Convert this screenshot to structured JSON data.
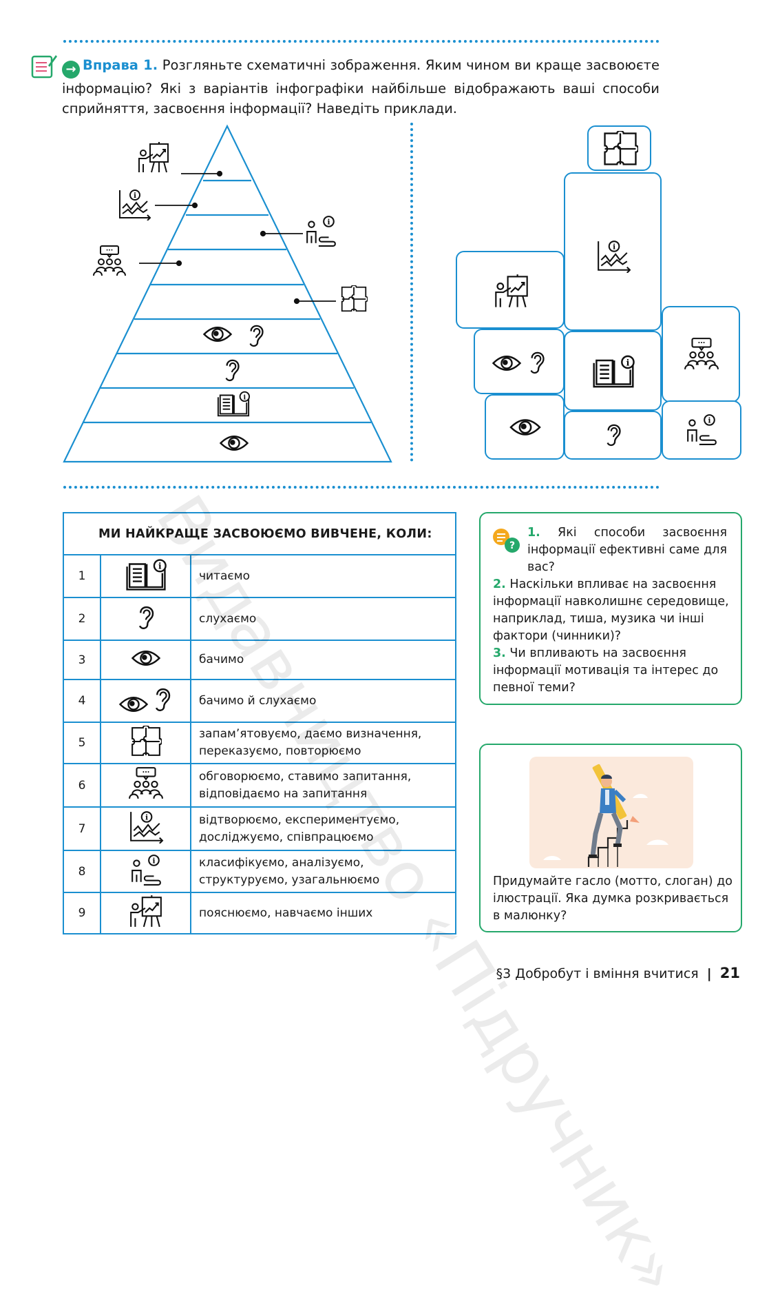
{
  "intro": {
    "exercise_label": "Вправа 1.",
    "text": "Розгляньте схематичні зображення. Яким чином ви краще засвоюєте інформацію? Які з варіантів інфографіки найбільше відображають ваші способи сприйняття, засвоєння інформації? Наведіть приклади."
  },
  "table": {
    "header": "МИ НАЙКРАЩЕ ЗАСВОЮЄМО ВИВЧЕНЕ, КОЛИ:",
    "rows": [
      {
        "num": "1",
        "icon": "book-info-icon",
        "text": "читаємо"
      },
      {
        "num": "2",
        "icon": "ear-icon",
        "text": "слухаємо"
      },
      {
        "num": "3",
        "icon": "eye-icon",
        "text": "бачимо"
      },
      {
        "num": "4",
        "icon": "eye-ear-icon",
        "text": "бачимо й слухаємо"
      },
      {
        "num": "5",
        "icon": "puzzle-icon",
        "text": "запам’ятовуємо, даємо визначення, переказуємо, повторюємо"
      },
      {
        "num": "6",
        "icon": "discussion-group-icon",
        "text": "обговорюємо, ставимо запитання, відповідаємо на запитання"
      },
      {
        "num": "7",
        "icon": "chart-info-icon",
        "text": "відтворюємо, експериментуємо, досліджуємо, співпрацюємо"
      },
      {
        "num": "8",
        "icon": "person-path-icon",
        "text": "класифікуємо, аналізуємо, структуруємо, узагальнюємо"
      },
      {
        "num": "9",
        "icon": "teacher-board-icon",
        "text": "пояснюємо, навчаємо інших"
      }
    ]
  },
  "questions": {
    "q1_num": "1.",
    "q1": "Які способи засвоєння інформації ефективні саме для вас?",
    "q2_num": "2.",
    "q2": "Наскільки впливає на засвоєння інформації навколишнє середовище, наприклад, тиша, музика чи інші фактори (чинники)?",
    "q3_num": "3.",
    "q3": "Чи впливають на засвоєння інформації мотивація та інтерес до певної теми?"
  },
  "illustration_task": "Придумайте гасло (мотто, слоган) до ілюстрації. Яка думка розкривається в малюнку?",
  "footer": {
    "section": "§3 Добробут і вміння вчитися",
    "page": "21"
  },
  "watermark": "Видавництво «Підручник»",
  "colors": {
    "accent_blue": "#1a8fd0",
    "accent_green": "#25a86b"
  }
}
